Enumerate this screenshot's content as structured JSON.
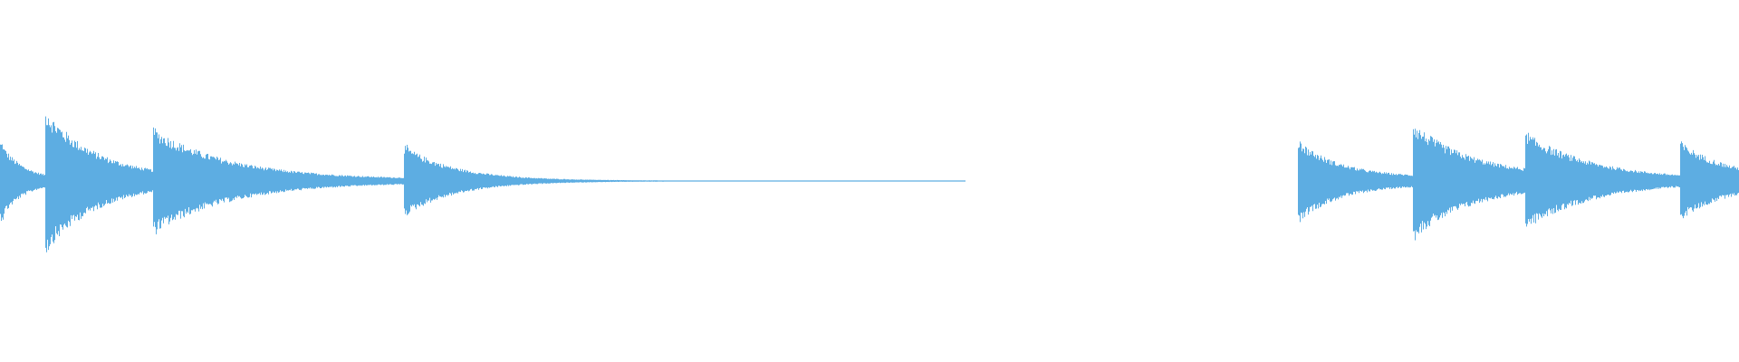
{
  "waveform": {
    "color": "#5DADE2",
    "background": "#ffffff",
    "duration_normalized": 1.0,
    "events": [
      {
        "start": 0.0,
        "peak": 0.55,
        "decay": 0.013,
        "floor": 0.02,
        "end": 0.026
      },
      {
        "start": 0.026,
        "peak": 1.0,
        "decay": 0.03,
        "floor": 0.04,
        "end": 0.088
      },
      {
        "start": 0.088,
        "peak": 0.74,
        "decay": 0.045,
        "floor": 0.02,
        "end": 0.232
      },
      {
        "start": 0.232,
        "peak": 0.5,
        "decay": 0.03,
        "floor": 0.005,
        "end": 0.555
      },
      {
        "start": 0.746,
        "peak": 0.58,
        "decay": 0.025,
        "floor": 0.05,
        "end": 0.812
      },
      {
        "start": 0.812,
        "peak": 0.82,
        "decay": 0.035,
        "floor": 0.06,
        "end": 0.877
      },
      {
        "start": 0.877,
        "peak": 0.68,
        "decay": 0.04,
        "floor": 0.015,
        "end": 0.966
      },
      {
        "start": 0.966,
        "peak": 0.55,
        "decay": 0.03,
        "floor": 0.02,
        "end": 1.0
      }
    ]
  }
}
